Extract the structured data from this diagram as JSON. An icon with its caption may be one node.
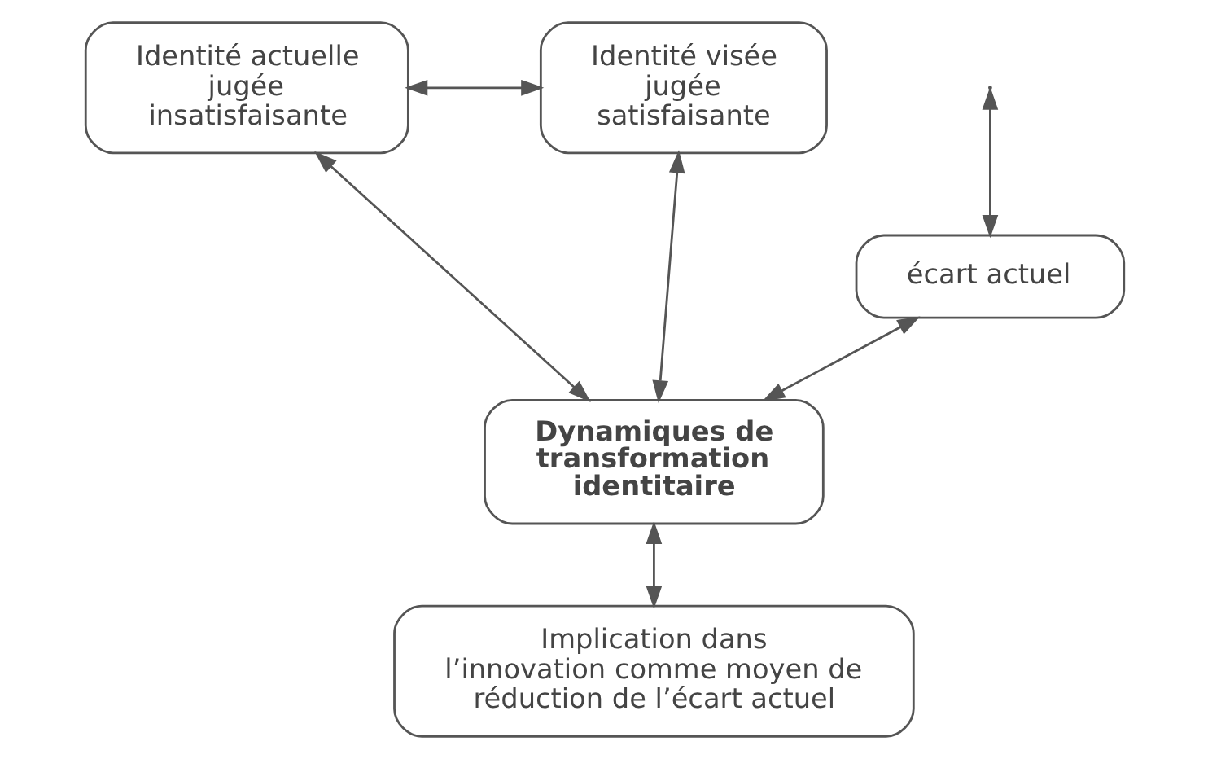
{
  "diagram": {
    "nodes": [
      {
        "text": [
          "Identité actuelle jugée insatisfaisante"
        ]
      },
      {
        "text": [
          "Identité visée jugée satisfaisante"
        ]
      },
      {
        "text": [
          "écart actuel"
        ]
      },
      {
        "text": [
          "Dynamiques de transformation identitaire"
        ]
      },
      {
        "text": [
          "Implication dans l’innovation comme moyen de réduction de l’écart actuel"
        ]
      }
    ],
    "edges": [
      {
        "from": 0,
        "to": 1,
        "arrow": "both"
      },
      {
        "from": null,
        "to": 2,
        "arrow": "both"
      },
      {
        "from": 2,
        "to": 3,
        "arrow": "both"
      },
      {
        "from": 0,
        "to": 3,
        "arrow": "both"
      },
      {
        "from": 1,
        "to": 3,
        "arrow": "both"
      },
      {
        "from": 3,
        "to": 4,
        "arrow": "both"
      }
    ]
  }
}
